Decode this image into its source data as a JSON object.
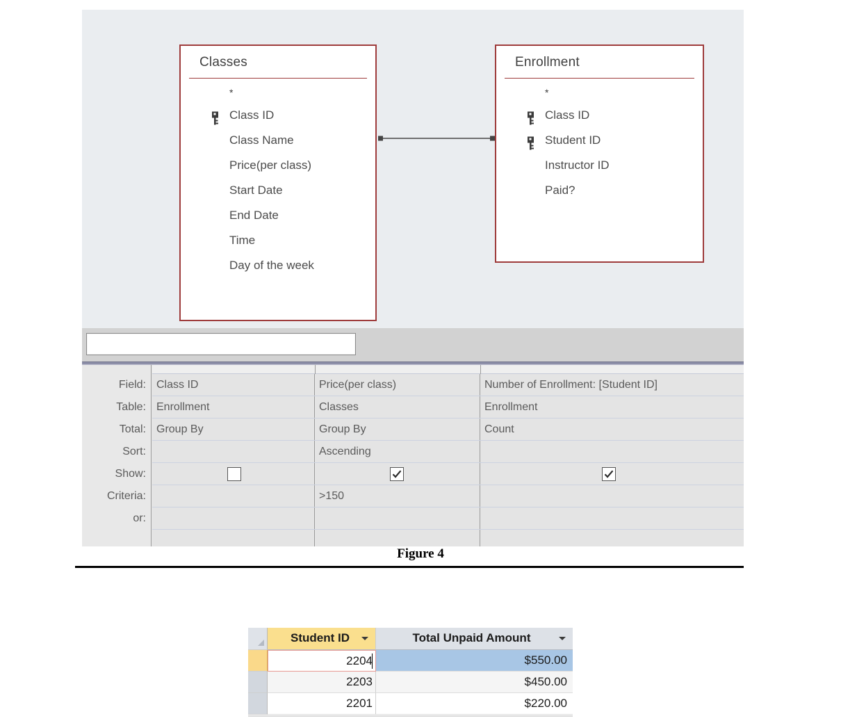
{
  "query_designer": {
    "diagram": {
      "tables": [
        {
          "name": "Classes",
          "fields": [
            {
              "label": "*",
              "key": false
            },
            {
              "label": "Class ID",
              "key": true
            },
            {
              "label": "Class Name",
              "key": false
            },
            {
              "label": "Price(per class)",
              "key": false
            },
            {
              "label": "Start Date",
              "key": false
            },
            {
              "label": "End Date",
              "key": false
            },
            {
              "label": "Time",
              "key": false
            },
            {
              "label": "Day of the week",
              "key": false
            }
          ]
        },
        {
          "name": "Enrollment",
          "fields": [
            {
              "label": "*",
              "key": false
            },
            {
              "label": "Class ID",
              "key": true
            },
            {
              "label": "Student ID",
              "key": true
            },
            {
              "label": "Instructor ID",
              "key": false
            },
            {
              "label": "Paid?",
              "key": false
            }
          ]
        }
      ],
      "relationship": {
        "from": "Classes.Class ID",
        "to": "Enrollment.Class ID"
      }
    },
    "grid": {
      "row_labels": [
        "Field:",
        "Table:",
        "Total:",
        "Sort:",
        "Show:",
        "Criteria:",
        "or:"
      ],
      "columns": [
        {
          "field": "Class ID",
          "table": "Enrollment",
          "total": "Group By",
          "sort": "",
          "show": false,
          "criteria": "",
          "or": ""
        },
        {
          "field": "Price(per class)",
          "table": "Classes",
          "total": "Group By",
          "sort": "Ascending",
          "show": true,
          "criteria": ">150",
          "or": ""
        },
        {
          "field": "Number of Enrollment: [Student ID]",
          "table": "Enrollment",
          "total": "Count",
          "sort": "",
          "show": true,
          "criteria": "",
          "or": ""
        }
      ]
    }
  },
  "figure_caption": "Figure 4",
  "datasheet": {
    "columns": [
      "Student ID",
      "Total Unpaid Amount"
    ],
    "rows": [
      {
        "student_id": "2204",
        "amount": "$550.00"
      },
      {
        "student_id": "2203",
        "amount": "$450.00"
      },
      {
        "student_id": "2201",
        "amount": "$220.00"
      }
    ]
  },
  "colors": {
    "table_border": "#9e3b3b",
    "pane_background": "#eaedf0",
    "selected_header": "#fadf8e",
    "selected_cell": "#a8c6e5"
  }
}
